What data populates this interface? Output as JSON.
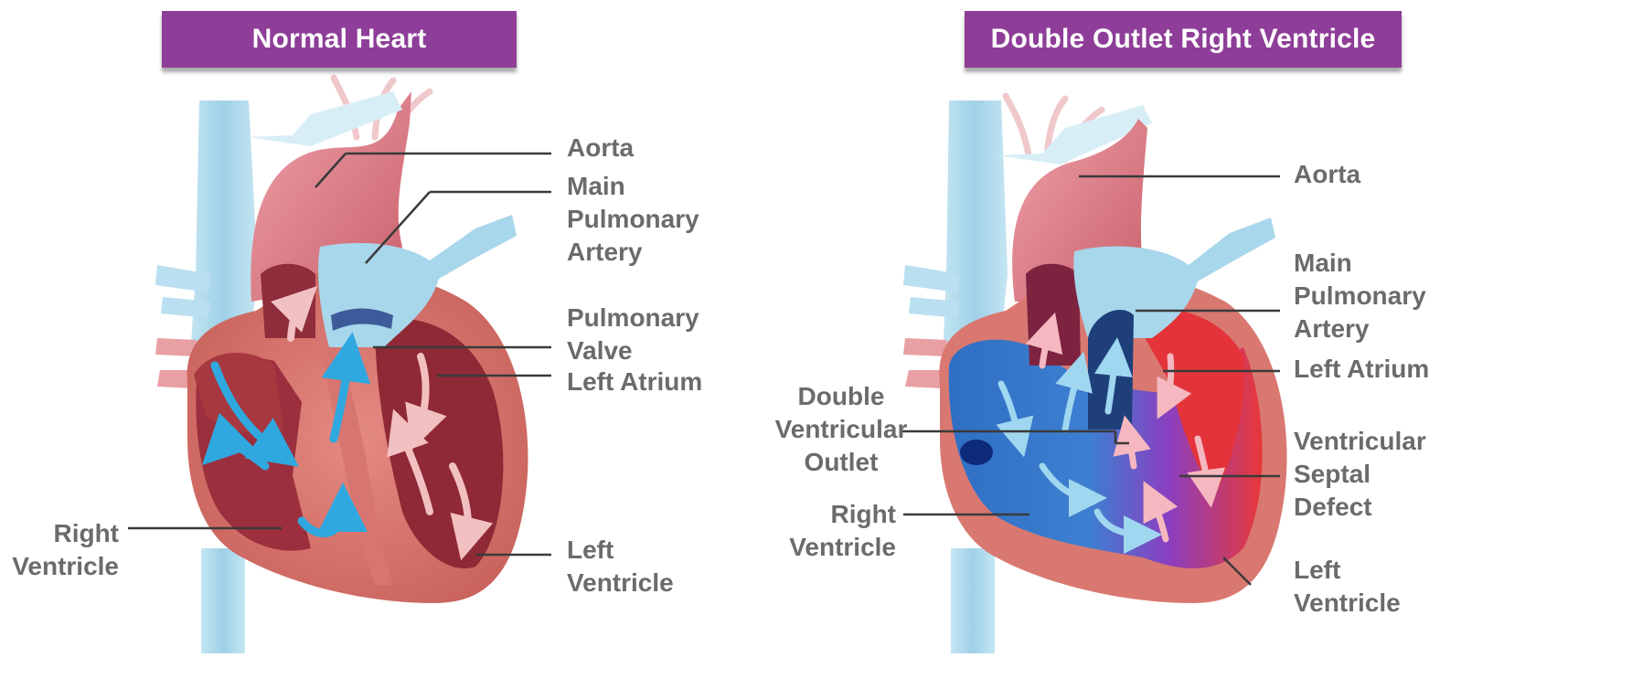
{
  "colors": {
    "banner": "#8e3d98",
    "banner_text": "#ffffff",
    "label_text": "#6b6b6b",
    "leader_line": "#3a3a3a",
    "heart_muscle": "#d97870",
    "heart_dark": "#9a2f3c",
    "vessel_blue": "#a8d6ea",
    "aorta_pink": "#e08a92",
    "blood_arrow_blue": "#2fa8e0",
    "blood_arrow_pink": "#f2b8b8",
    "mixed_blue": "#2f6fc4",
    "mixed_purple": "#8a3fc0",
    "oxygenated_red": "#e8383a"
  },
  "left_panel": {
    "title": "Normal Heart",
    "labels": {
      "aorta": "Aorta",
      "main_pulmonary_artery": "Main\nPulmonary\nArtery",
      "pulmonary_valve": "Pulmonary\nValve",
      "left_atrium": "Left Atrium",
      "right_ventricle": "Right\nVentricle",
      "left_ventricle": "Left\nVentricle"
    }
  },
  "right_panel": {
    "title": "Double Outlet Right Ventricle",
    "labels": {
      "aorta": "Aorta",
      "main_pulmonary_artery": "Main\nPulmonary\nArtery",
      "left_atrium": "Left Atrium",
      "double_ventricular_outlet": "Double\nVentricular\nOutlet",
      "ventricular_septal_defect": "Ventricular\nSeptal\nDefect",
      "right_ventricle": "Right\nVentricle",
      "left_ventricle": "Left\nVentricle"
    }
  }
}
